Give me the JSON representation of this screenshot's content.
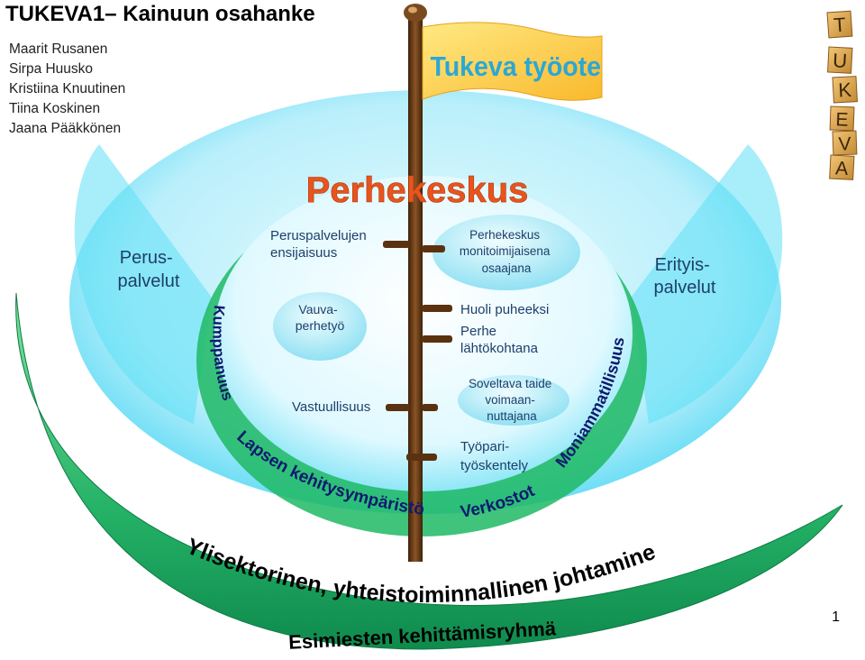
{
  "title": "TUKEVA1– Kainuun osahanke",
  "authors": [
    "Maarit Rusanen",
    "Sirpa Huusko",
    "Kristiina Knuutinen",
    "Tiina Koskinen",
    "Jaana Pääkkönen"
  ],
  "flag_text": "Tukeva työote",
  "center_title": "Perhekeskus",
  "left_outer": [
    "Perus-",
    "palvelut"
  ],
  "right_outer": [
    "Erityis-",
    "palvelut"
  ],
  "left_items": {
    "priority": [
      "Peruspalvelujen",
      "ensijaisuus"
    ],
    "baby": [
      "Vauva-",
      "perhetyö"
    ],
    "responsibility": "Vastuullisuus"
  },
  "right_items": {
    "monitor": [
      "Perhekeskus",
      "monitoimijaisena",
      "osaajana"
    ],
    "care": "Huoli puheeksi",
    "family": [
      "Perhe",
      "lähtökohtana"
    ],
    "art": [
      "Soveltava taide",
      "voimaan-",
      "nuttajana"
    ],
    "pair": [
      "Työpari-",
      "työskentely"
    ]
  },
  "arc_words": {
    "kumppanuus": "Kumppanuus",
    "lapsen": "Lapsen kehitysympäristö",
    "verkostot": "Verkostot",
    "moniammatillisuus": "Moniammatillisuus"
  },
  "base_words": {
    "line1": "Ylisektorinen, yhteistoiminnallinen johtaminen",
    "line2": "Esimiesten kehittämisryhmä"
  },
  "blocks": [
    "T",
    "U",
    "K",
    "E",
    "V",
    "A"
  ],
  "page_number": "1",
  "colors": {
    "title_red": "#e8541e",
    "flag": "#ffd84a",
    "flag_text": "#2aa7d6",
    "pole": "#6b3d1a",
    "arc_text": "#0e1a6e",
    "block": "#d8a24a"
  }
}
